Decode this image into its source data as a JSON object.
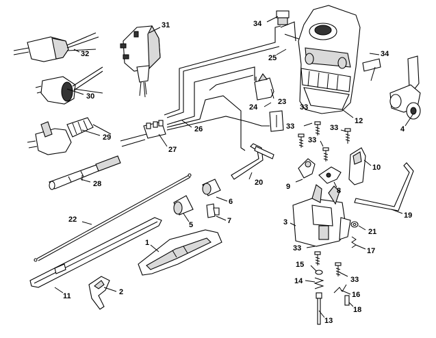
{
  "parts": [
    {
      "id": "p1",
      "label": "1"
    },
    {
      "id": "p2",
      "label": "2"
    },
    {
      "id": "p3",
      "label": "3"
    },
    {
      "id": "p4",
      "label": "4"
    },
    {
      "id": "p5",
      "label": "5"
    },
    {
      "id": "p6",
      "label": "6"
    },
    {
      "id": "p7",
      "label": "7"
    },
    {
      "id": "p8",
      "label": "8"
    },
    {
      "id": "p9",
      "label": "9"
    },
    {
      "id": "p10",
      "label": "10"
    },
    {
      "id": "p11",
      "label": "11"
    },
    {
      "id": "p12",
      "label": "12"
    },
    {
      "id": "p13",
      "label": "13"
    },
    {
      "id": "p14",
      "label": "14"
    },
    {
      "id": "p15",
      "label": "15"
    },
    {
      "id": "p16",
      "label": "16"
    },
    {
      "id": "p17",
      "label": "17"
    },
    {
      "id": "p18",
      "label": "18"
    },
    {
      "id": "p19",
      "label": "19"
    },
    {
      "id": "p20",
      "label": "20"
    },
    {
      "id": "p21",
      "label": "21"
    },
    {
      "id": "p22",
      "label": "22"
    },
    {
      "id": "p23",
      "label": "23"
    },
    {
      "id": "p24",
      "label": "24"
    },
    {
      "id": "p25",
      "label": "25"
    },
    {
      "id": "p26",
      "label": "26"
    },
    {
      "id": "p27",
      "label": "27"
    },
    {
      "id": "p28",
      "label": "28"
    },
    {
      "id": "p29",
      "label": "29"
    },
    {
      "id": "p30",
      "label": "30"
    },
    {
      "id": "p31",
      "label": "31"
    },
    {
      "id": "p32",
      "label": "32"
    },
    {
      "id": "p33a",
      "label": "33"
    },
    {
      "id": "p33b",
      "label": "33"
    },
    {
      "id": "p33c",
      "label": "33"
    },
    {
      "id": "p33d",
      "label": "33"
    },
    {
      "id": "p33e",
      "label": "33"
    },
    {
      "id": "p34a",
      "label": "34"
    },
    {
      "id": "p34b",
      "label": "34"
    }
  ]
}
